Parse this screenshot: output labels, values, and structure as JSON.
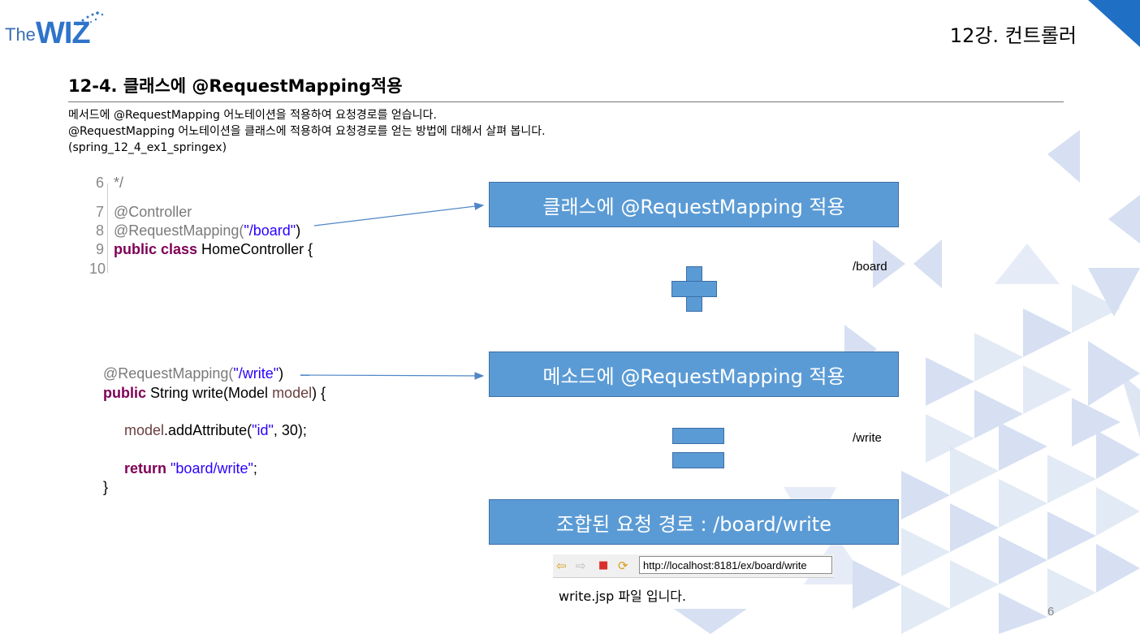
{
  "logo": {
    "the": "The",
    "wiz": "WIZ"
  },
  "header": {
    "lecture": "12강. 컨트롤러"
  },
  "slide": {
    "title": "12-4. 클래스에 @RequestMapping적용",
    "description": [
      "메서드에 @RequestMapping 어노테이션을 적용하여 요청경로를 얻습니다.",
      "@RequestMapping 어노테이션을 클래스에 적용하여 요청경로를 얻는 방법에 대해서 살펴 봅니다.",
      "(spring_12_4_ex1_springex)"
    ]
  },
  "code_class": {
    "lines": [
      {
        "num": "6",
        "text": "*/"
      },
      {
        "num": "7",
        "text": "@Controller"
      },
      {
        "num": "8",
        "ann": "@RequestMapping(",
        "str": "\"/board\"",
        "rest": ")"
      },
      {
        "num": "9",
        "kw": "public class",
        "rest": " HomeController {"
      },
      {
        "num": "10",
        "text": ""
      }
    ]
  },
  "code_method": {
    "line1_ann": "@RequestMapping(",
    "line1_str": "\"/write\"",
    "line1_rest": ")",
    "line2_kw": "public",
    "line2_rest": " String write(Model ",
    "line2_param": "model",
    "line2_end": ") {",
    "line3_obj": "model",
    "line3_mid": ".addAttribute(",
    "line3_str": "\"id\"",
    "line3_end": ", 30);",
    "line4_kw": "return",
    "line4_str": "\"board/write\"",
    "line4_end": ";",
    "line5": "}"
  },
  "boxes": {
    "class_mapping": "클래스에 @RequestMapping 적용",
    "method_mapping": "메소드에 @RequestMapping 적용",
    "combined": "조합된 요청 경로 : /board/write"
  },
  "paths": {
    "board": "/board",
    "write": "/write"
  },
  "browser": {
    "url": "http://localhost:8181/ex/board/write",
    "back_icon": "⇦",
    "forward_icon": "⇨",
    "stop_icon": "■",
    "refresh_icon": "⟳"
  },
  "result_text": "write.jsp 파일 입니다.",
  "page_number": "6",
  "colors": {
    "accent": "#5b9bd5",
    "corner": "#1f6fc5",
    "deco": "#b4c7e7"
  }
}
